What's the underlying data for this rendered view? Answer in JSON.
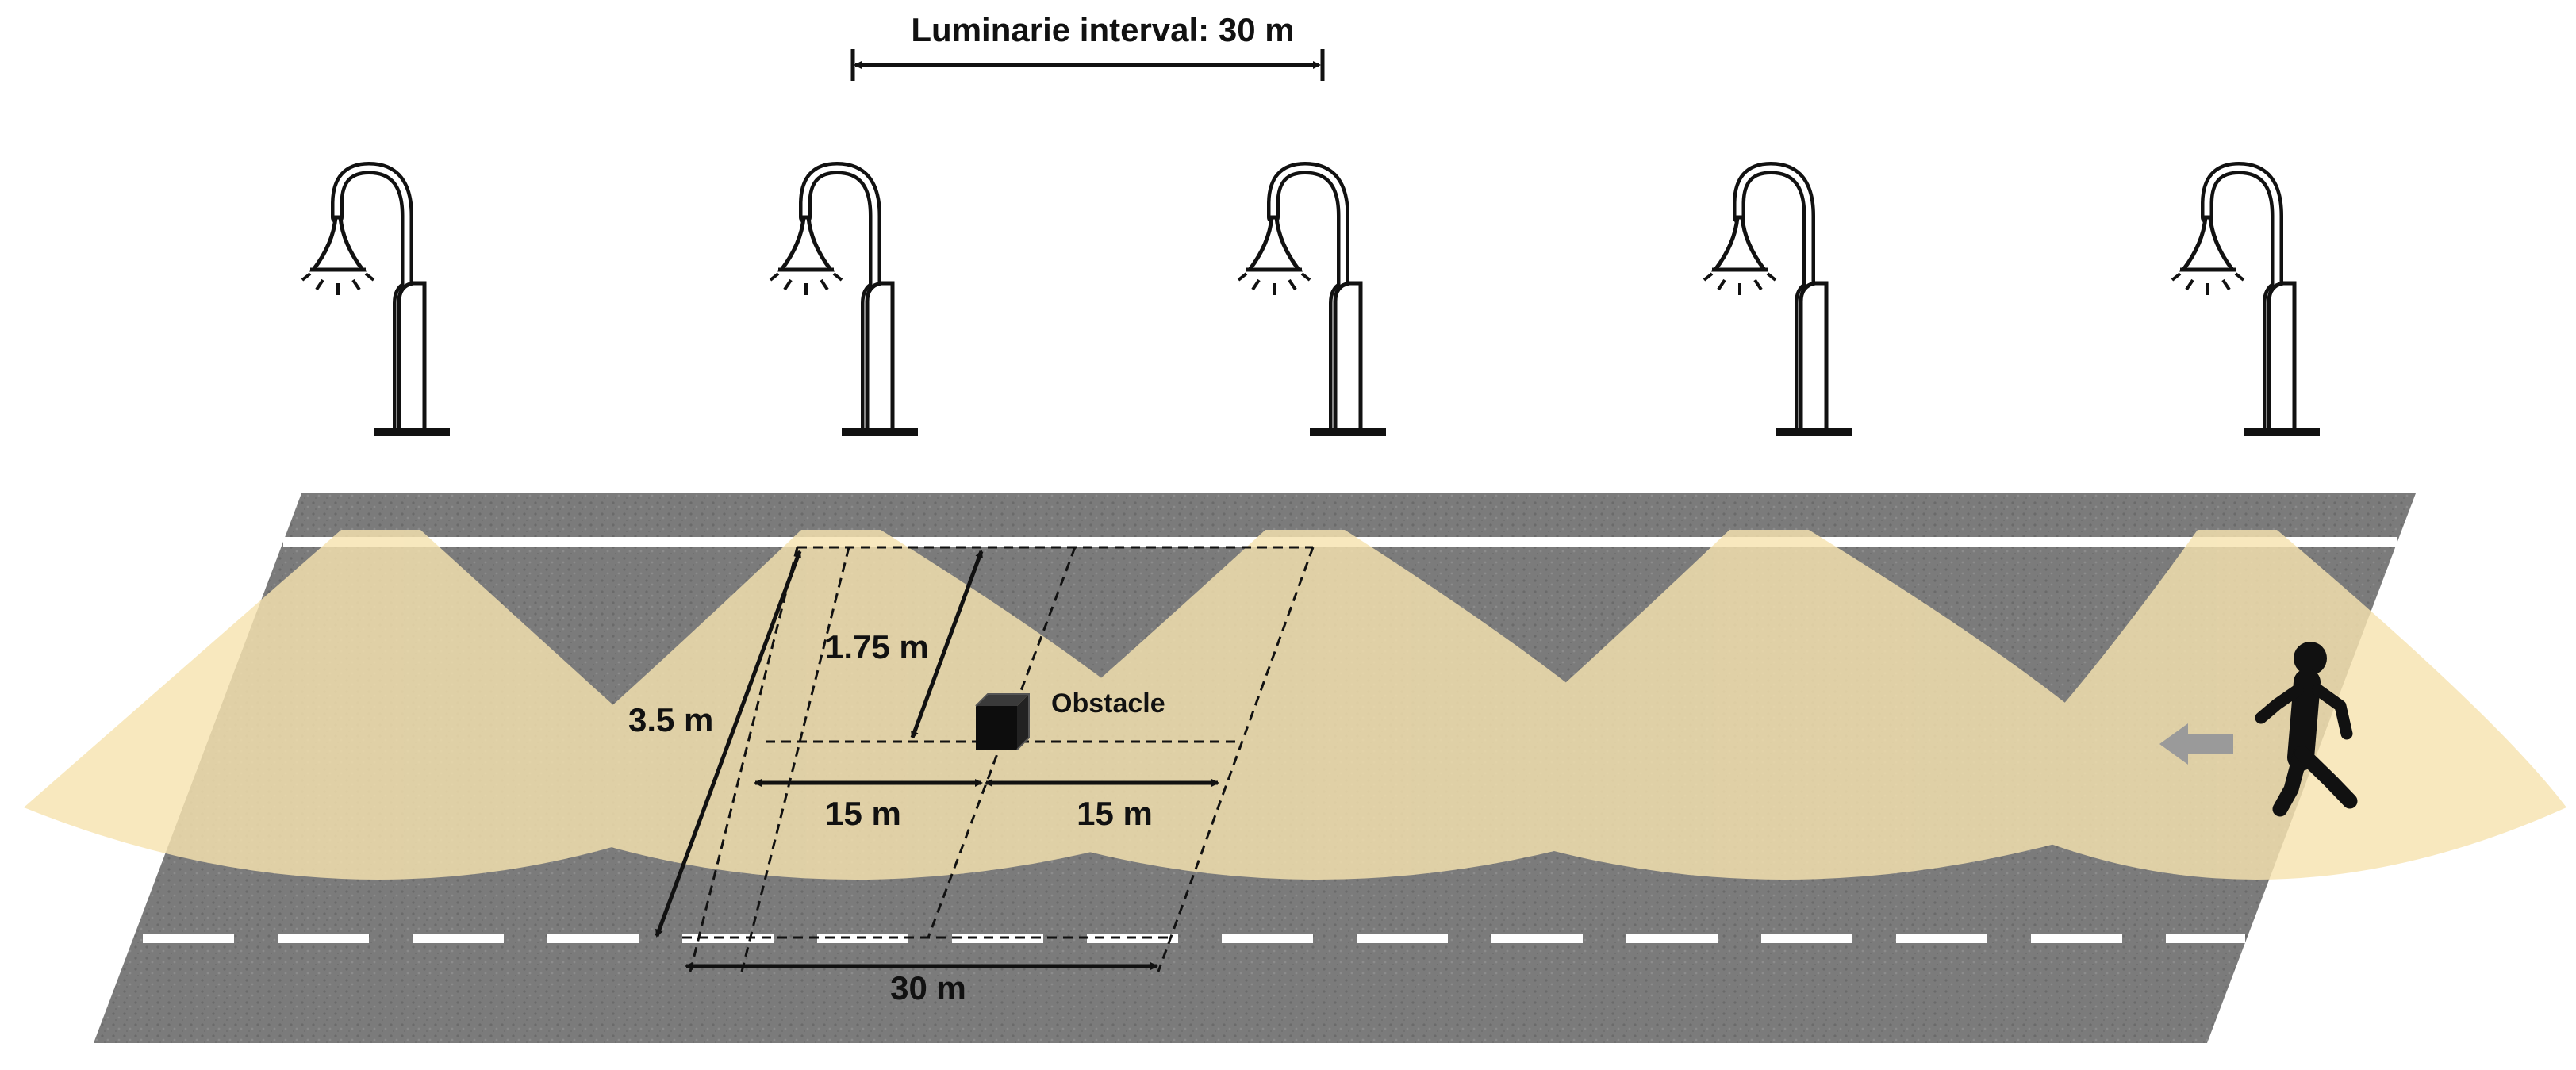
{
  "diagram": {
    "labels": {
      "luminaire_interval": "Luminarie interval: 30 m",
      "lane_width": "3.5 m",
      "half_lane": "1.75 m",
      "obstacle": "Obstacle",
      "left_segment": "15 m",
      "right_segment": "15 m",
      "grid_length": "30 m"
    },
    "luminaires": [
      {
        "name": "streetlight-1"
      },
      {
        "name": "streetlight-2"
      },
      {
        "name": "streetlight-3"
      },
      {
        "name": "streetlight-4"
      },
      {
        "name": "streetlight-5"
      }
    ],
    "colors": {
      "road": "#7b7b7b",
      "light_cone": "#f6e3b0",
      "lane_marking": "#ffffff",
      "dimension": "#111111",
      "pedestrian": "#111111",
      "direction_arrow": "#9a9a9a"
    },
    "icons": {
      "pedestrian": "pedestrian-walking-icon",
      "direction": "arrow-left-icon",
      "obstacle": "obstacle-cube-icon"
    }
  }
}
